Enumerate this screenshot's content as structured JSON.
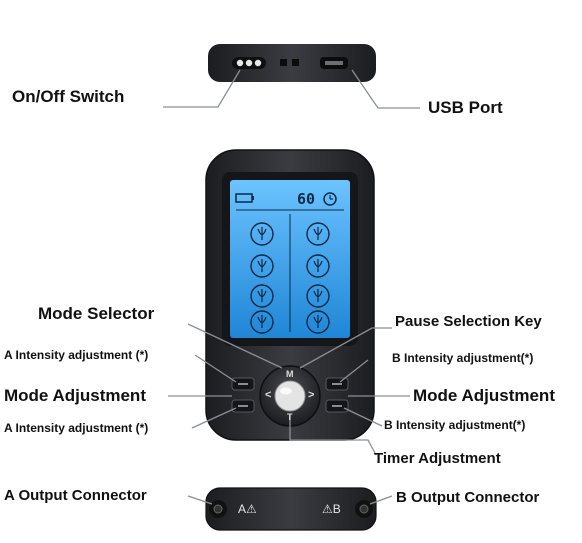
{
  "labels": {
    "on_off_switch": "On/Off Switch",
    "usb_port": "USB Port",
    "mode_selector": "Mode Selector",
    "pause_selection_key": "Pause Selection Key",
    "a_intensity_top": "A Intensity adjustment (*)",
    "b_intensity_top": "B Intensity adjustment(*)",
    "mode_adjustment_left": "Mode Adjustment",
    "mode_adjustment_right": "Mode Adjustment",
    "a_intensity_bottom": "A Intensity adjustment (*)",
    "b_intensity_bottom": "B Intensity adjustment(*)",
    "timer_adjustment": "Timer Adjustment",
    "a_output_connector": "A Output Connector",
    "b_output_connector": "B Output Connector"
  },
  "device": {
    "timer_display": "60",
    "dpad": {
      "up": "M",
      "down": "T",
      "left": "<",
      "right": ">"
    },
    "connector_a": "A⚠",
    "connector_b": "⚠B"
  },
  "colors": {
    "device_body": "#2b2d31",
    "screen_lcd": "#3aa0e6",
    "leader_line": "#8a8f96"
  }
}
